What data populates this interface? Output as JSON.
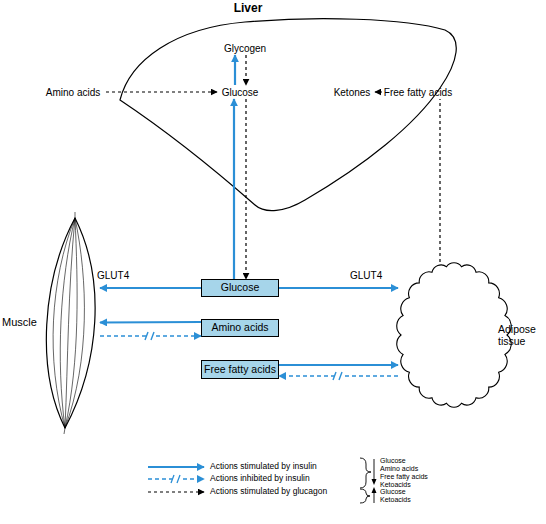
{
  "diagram": {
    "nodes": [
      {
        "text": [
          "Liver"
        ]
      },
      {
        "text": [
          "Glycogen"
        ],
        "in": 0
      },
      {
        "text": [
          "Amino acids"
        ]
      },
      {
        "text": [
          "Glucose"
        ],
        "in": 0
      },
      {
        "text": [
          "Ketones"
        ],
        "in": 0
      },
      {
        "text": [
          "Free fatty acids"
        ]
      },
      {
        "text": [
          "Muscle"
        ]
      },
      {
        "text": [
          "Glucose"
        ]
      },
      {
        "text": [
          "Amino acids"
        ]
      },
      {
        "text": [
          "Free fatty acids"
        ]
      },
      {
        "text": [
          "Adipose tissue"
        ]
      }
    ],
    "edges": [
      {
        "from": 3,
        "to": 1,
        "arrow": "to"
      },
      {
        "from": 1,
        "to": 3,
        "arrow": "to"
      },
      {
        "from": 2,
        "to": 3,
        "arrow": "to"
      },
      {
        "from": 5,
        "to": 4,
        "arrow": "to"
      },
      {
        "from": 10,
        "to": 5,
        "arrow": "none"
      },
      {
        "from": 7,
        "to": 3,
        "arrow": "to"
      },
      {
        "from": 3,
        "to": 7,
        "arrow": "to"
      },
      {
        "from": 7,
        "to": 6,
        "arrow": "to",
        "label": "GLUT4"
      },
      {
        "from": 7,
        "to": 10,
        "arrow": "to",
        "label": "GLUT4"
      },
      {
        "from": 8,
        "to": 6,
        "arrow": "to"
      },
      {
        "from": 6,
        "to": 8,
        "arrow": "to"
      },
      {
        "from": 9,
        "to": 10,
        "arrow": "to"
      },
      {
        "from": 10,
        "to": 9,
        "arrow": "to"
      }
    ],
    "labels": [
      "Glucose",
      "Amino acids",
      "Free fatty acids",
      "Ketoacids",
      "Glucose",
      "Ketoacids"
    ],
    "legend": [
      {
        "text": "Actions stimulated by insulin"
      },
      {
        "text": "Actions inhibited by insulin"
      },
      {
        "text": "Actions stimulated by glucagon"
      }
    ]
  }
}
